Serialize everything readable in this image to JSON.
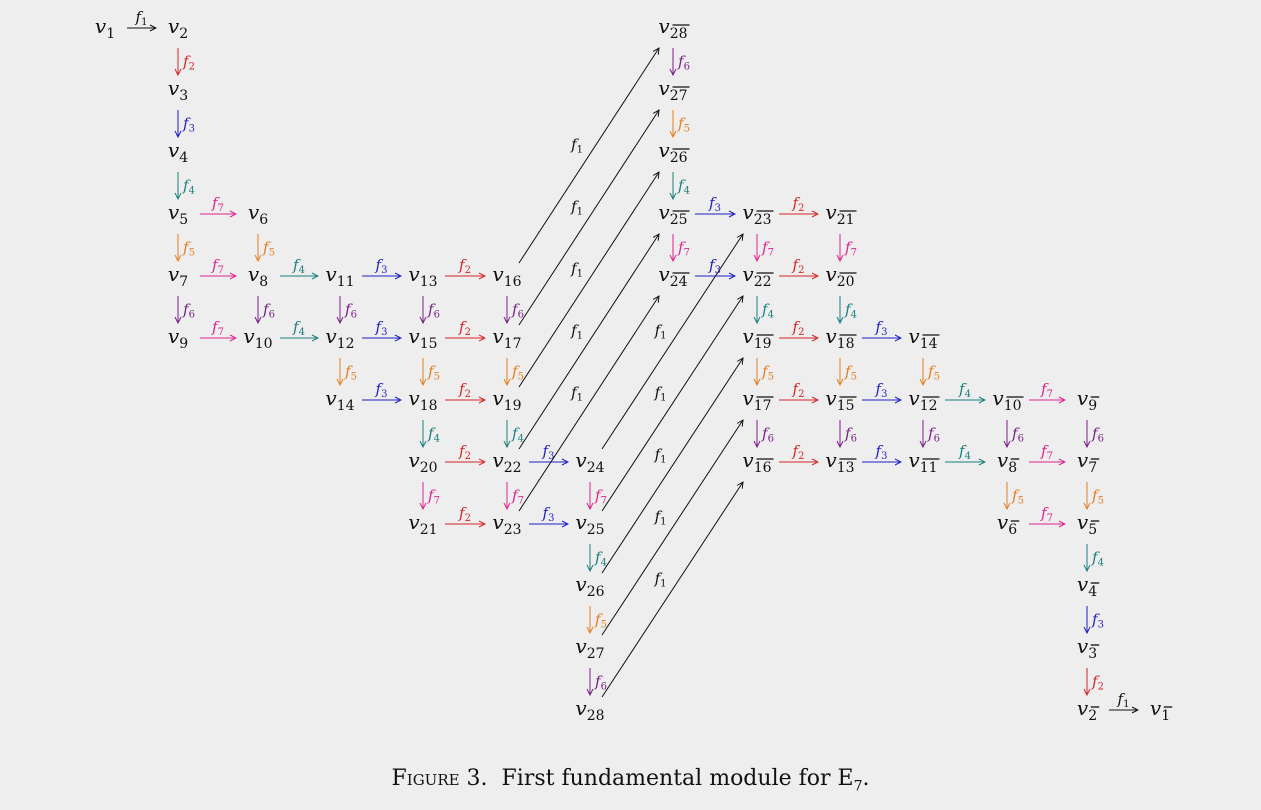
{
  "caption": {
    "label": "Figure 3.",
    "text": "First fundamental module for E",
    "sub": "7",
    "end": "."
  },
  "node_base": "v",
  "edge_base": "f",
  "colors": {
    "f1": "#111111",
    "f2": "#d62728",
    "f3": "#1f1fc8",
    "f4": "#1a7f7f",
    "f5": "#e67e22",
    "f6": "#7b1f8a",
    "f7": "#e0248f"
  },
  "nodes": [
    {
      "id": "a1",
      "sub": "1",
      "bar": false
    },
    {
      "id": "a2",
      "sub": "2",
      "bar": false
    },
    {
      "id": "a3",
      "sub": "3",
      "bar": false
    },
    {
      "id": "a4",
      "sub": "4",
      "bar": false
    },
    {
      "id": "a5",
      "sub": "5",
      "bar": false
    },
    {
      "id": "a6",
      "sub": "6",
      "bar": false
    },
    {
      "id": "a7",
      "sub": "7",
      "bar": false
    },
    {
      "id": "a8",
      "sub": "8",
      "bar": false
    },
    {
      "id": "a9",
      "sub": "9",
      "bar": false
    },
    {
      "id": "a10",
      "sub": "10",
      "bar": false
    },
    {
      "id": "a11",
      "sub": "11",
      "bar": false
    },
    {
      "id": "a12",
      "sub": "12",
      "bar": false
    },
    {
      "id": "a13",
      "sub": "13",
      "bar": false
    },
    {
      "id": "a14",
      "sub": "14",
      "bar": false
    },
    {
      "id": "a15",
      "sub": "15",
      "bar": false
    },
    {
      "id": "a16",
      "sub": "16",
      "bar": false
    },
    {
      "id": "a17",
      "sub": "17",
      "bar": false
    },
    {
      "id": "a18",
      "sub": "18",
      "bar": false
    },
    {
      "id": "a19",
      "sub": "19",
      "bar": false
    },
    {
      "id": "a20",
      "sub": "20",
      "bar": false
    },
    {
      "id": "a21",
      "sub": "21",
      "bar": false
    },
    {
      "id": "a22",
      "sub": "22",
      "bar": false
    },
    {
      "id": "a23",
      "sub": "23",
      "bar": false
    },
    {
      "id": "a24",
      "sub": "24",
      "bar": false
    },
    {
      "id": "a25",
      "sub": "25",
      "bar": false
    },
    {
      "id": "a26",
      "sub": "26",
      "bar": false
    },
    {
      "id": "a27",
      "sub": "27",
      "bar": false
    },
    {
      "id": "a28",
      "sub": "28",
      "bar": false
    },
    {
      "id": "b28",
      "sub": "28",
      "bar": true
    },
    {
      "id": "b27",
      "sub": "27",
      "bar": true
    },
    {
      "id": "b26",
      "sub": "26",
      "bar": true
    },
    {
      "id": "b25",
      "sub": "25",
      "bar": true
    },
    {
      "id": "b24",
      "sub": "24",
      "bar": true
    },
    {
      "id": "b23",
      "sub": "23",
      "bar": true
    },
    {
      "id": "b22",
      "sub": "22",
      "bar": true
    },
    {
      "id": "b21",
      "sub": "21",
      "bar": true
    },
    {
      "id": "b20",
      "sub": "20",
      "bar": true
    },
    {
      "id": "b19",
      "sub": "19",
      "bar": true
    },
    {
      "id": "b18",
      "sub": "18",
      "bar": true
    },
    {
      "id": "b17",
      "sub": "17",
      "bar": true
    },
    {
      "id": "b16",
      "sub": "16",
      "bar": true
    },
    {
      "id": "b15",
      "sub": "15",
      "bar": true
    },
    {
      "id": "b14",
      "sub": "14",
      "bar": true
    },
    {
      "id": "b13",
      "sub": "13",
      "bar": true
    },
    {
      "id": "b12",
      "sub": "12",
      "bar": true
    },
    {
      "id": "b11",
      "sub": "11",
      "bar": true
    },
    {
      "id": "b10",
      "sub": "10",
      "bar": true
    },
    {
      "id": "b9",
      "sub": "9",
      "bar": true
    },
    {
      "id": "b8",
      "sub": "8",
      "bar": true
    },
    {
      "id": "b7",
      "sub": "7",
      "bar": true
    },
    {
      "id": "b6",
      "sub": "6",
      "bar": true
    },
    {
      "id": "b5",
      "sub": "5",
      "bar": true
    },
    {
      "id": "b4",
      "sub": "4",
      "bar": true
    },
    {
      "id": "b3",
      "sub": "3",
      "bar": true
    },
    {
      "id": "b2",
      "sub": "2",
      "bar": true
    },
    {
      "id": "b1",
      "sub": "1",
      "bar": true
    }
  ],
  "edges": [
    {
      "from": "a1",
      "to": "a2",
      "f": "1"
    },
    {
      "from": "a2",
      "to": "a3",
      "f": "2"
    },
    {
      "from": "a3",
      "to": "a4",
      "f": "3"
    },
    {
      "from": "a4",
      "to": "a5",
      "f": "4"
    },
    {
      "from": "a5",
      "to": "a6",
      "f": "7"
    },
    {
      "from": "a5",
      "to": "a7",
      "f": "5"
    },
    {
      "from": "a6",
      "to": "a8",
      "f": "5"
    },
    {
      "from": "a7",
      "to": "a8",
      "f": "7"
    },
    {
      "from": "a7",
      "to": "a9",
      "f": "6"
    },
    {
      "from": "a8",
      "to": "a10",
      "f": "6"
    },
    {
      "from": "a9",
      "to": "a10",
      "f": "7"
    },
    {
      "from": "a8",
      "to": "a11",
      "f": "4"
    },
    {
      "from": "a10",
      "to": "a12",
      "f": "4"
    },
    {
      "from": "a11",
      "to": "a12",
      "f": "6"
    },
    {
      "from": "a11",
      "to": "a13",
      "f": "3"
    },
    {
      "from": "a12",
      "to": "a15",
      "f": "3"
    },
    {
      "from": "a12",
      "to": "a14",
      "f": "5"
    },
    {
      "from": "a13",
      "to": "a15",
      "f": "6"
    },
    {
      "from": "a14",
      "to": "a18",
      "f": "3"
    },
    {
      "from": "a15",
      "to": "a18",
      "f": "5"
    },
    {
      "from": "a13",
      "to": "a16",
      "f": "2"
    },
    {
      "from": "a15",
      "to": "a17",
      "f": "2"
    },
    {
      "from": "a18",
      "to": "a19",
      "f": "2"
    },
    {
      "from": "a16",
      "to": "a17",
      "f": "6"
    },
    {
      "from": "a17",
      "to": "a19",
      "f": "5"
    },
    {
      "from": "a18",
      "to": "a20",
      "f": "4"
    },
    {
      "from": "a19",
      "to": "a22",
      "f": "4"
    },
    {
      "from": "a20",
      "to": "a22",
      "f": "2"
    },
    {
      "from": "a20",
      "to": "a21",
      "f": "7"
    },
    {
      "from": "a21",
      "to": "a23",
      "f": "2"
    },
    {
      "from": "a22",
      "to": "a23",
      "f": "7"
    },
    {
      "from": "a22",
      "to": "a24",
      "f": "3"
    },
    {
      "from": "a23",
      "to": "a25",
      "f": "3"
    },
    {
      "from": "a24",
      "to": "a25",
      "f": "7"
    },
    {
      "from": "a25",
      "to": "a26",
      "f": "4"
    },
    {
      "from": "a26",
      "to": "a27",
      "f": "5"
    },
    {
      "from": "a27",
      "to": "a28",
      "f": "6"
    },
    {
      "from": "a16",
      "to": "b28",
      "f": "1"
    },
    {
      "from": "a17",
      "to": "b27",
      "f": "1"
    },
    {
      "from": "a19",
      "to": "b26",
      "f": "1"
    },
    {
      "from": "a22",
      "to": "b25",
      "f": "1"
    },
    {
      "from": "a23",
      "to": "b24",
      "f": "1"
    },
    {
      "from": "a24",
      "to": "b23",
      "f": "1"
    },
    {
      "from": "a25",
      "to": "b22",
      "f": "1"
    },
    {
      "from": "a26",
      "to": "b19",
      "f": "1"
    },
    {
      "from": "a27",
      "to": "b17",
      "f": "1"
    },
    {
      "from": "a28",
      "to": "b16",
      "f": "1"
    },
    {
      "from": "b28",
      "to": "b27",
      "f": "6"
    },
    {
      "from": "b27",
      "to": "b26",
      "f": "5"
    },
    {
      "from": "b26",
      "to": "b25",
      "f": "4"
    },
    {
      "from": "b25",
      "to": "b23",
      "f": "3"
    },
    {
      "from": "b23",
      "to": "b21",
      "f": "2"
    },
    {
      "from": "b25",
      "to": "b24",
      "f": "7"
    },
    {
      "from": "b23",
      "to": "b22",
      "f": "7"
    },
    {
      "from": "b21",
      "to": "b20",
      "f": "7"
    },
    {
      "from": "b24",
      "to": "b22",
      "f": "3"
    },
    {
      "from": "b22",
      "to": "b20",
      "f": "2"
    },
    {
      "from": "b22",
      "to": "b19",
      "f": "4"
    },
    {
      "from": "b20",
      "to": "b18",
      "f": "4"
    },
    {
      "from": "b19",
      "to": "b18",
      "f": "2"
    },
    {
      "from": "b18",
      "to": "b14",
      "f": "3"
    },
    {
      "from": "b19",
      "to": "b17",
      "f": "5"
    },
    {
      "from": "b18",
      "to": "b15",
      "f": "5"
    },
    {
      "from": "b14",
      "to": "b12",
      "f": "5"
    },
    {
      "from": "b17",
      "to": "b15",
      "f": "2"
    },
    {
      "from": "b15",
      "to": "b12",
      "f": "3"
    },
    {
      "from": "b12",
      "to": "b10",
      "f": "4"
    },
    {
      "from": "b10",
      "to": "b9",
      "f": "7"
    },
    {
      "from": "b17",
      "to": "b16",
      "f": "6"
    },
    {
      "from": "b15",
      "to": "b13",
      "f": "6"
    },
    {
      "from": "b12",
      "to": "b11",
      "f": "6"
    },
    {
      "from": "b10",
      "to": "b8",
      "f": "6"
    },
    {
      "from": "b9",
      "to": "b7",
      "f": "6"
    },
    {
      "from": "b16",
      "to": "b13",
      "f": "2"
    },
    {
      "from": "b13",
      "to": "b11",
      "f": "3"
    },
    {
      "from": "b11",
      "to": "b8",
      "f": "4"
    },
    {
      "from": "b8",
      "to": "b7",
      "f": "7"
    },
    {
      "from": "b8",
      "to": "b6",
      "f": "5"
    },
    {
      "from": "b7",
      "to": "b5",
      "f": "5"
    },
    {
      "from": "b6",
      "to": "b5",
      "f": "7"
    },
    {
      "from": "b5",
      "to": "b4",
      "f": "4"
    },
    {
      "from": "b4",
      "to": "b3",
      "f": "3"
    },
    {
      "from": "b3",
      "to": "b2",
      "f": "2"
    },
    {
      "from": "b2",
      "to": "b1",
      "f": "1"
    }
  ]
}
